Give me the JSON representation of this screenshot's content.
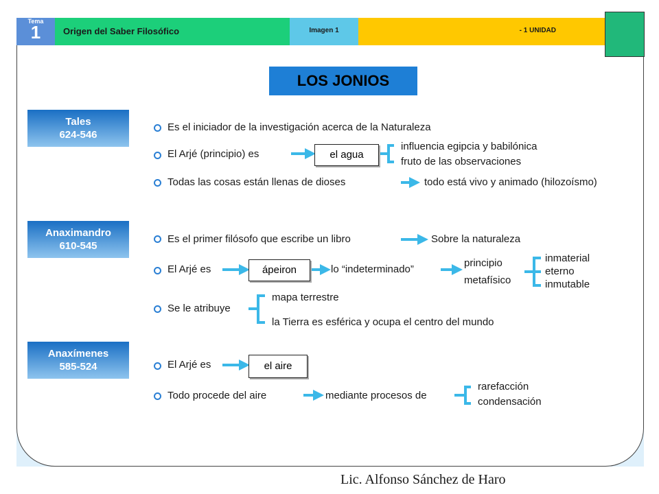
{
  "header": {
    "tema_label": "Tema",
    "tema_number": "1",
    "title": "Origen del Saber Filosófico",
    "image_label": "Imagen 1",
    "unit_label": "- 1 UNIDAD"
  },
  "main_title": "LOS JONIOS",
  "tales": {
    "name": "Tales",
    "dates": "624-546",
    "line1": "Es el iniciador de la investigación acerca de la Naturaleza",
    "arje_label": "El Arjé (principio) es",
    "arje_value": "el agua",
    "arje_branches": [
      "influencia egipcia y babilónica",
      "fruto de las observaciones"
    ],
    "line3_a": "Todas las cosas están llenas de dioses",
    "line3_b": "todo está vivo y animado (hilozoísmo)"
  },
  "anaximandro": {
    "name": "Anaximandro",
    "dates": "610-545",
    "line1_a": "Es el primer filósofo que escribe un libro",
    "line1_b": "Sobre la naturaleza",
    "arje_label": "El Arjé es",
    "arje_value": "ápeiron",
    "arje_meaning": "lo “indeterminado”",
    "principle_1": "principio",
    "principle_2": "metafísico",
    "principle_attrs": [
      "inmaterial",
      "eterno",
      "inmutable"
    ],
    "attributes_label": "Se le atribuye",
    "attributes": [
      "mapa terrestre",
      "la Tierra es esférica y ocupa el centro del mundo"
    ]
  },
  "anaximenes": {
    "name": "Anaxímenes",
    "dates": "585-524",
    "arje_label": "El Arjé es",
    "arje_value": "el aire",
    "line2_a": "Todo procede del aire",
    "line2_b": "mediante procesos de",
    "processes": [
      "rarefacción",
      "condensación"
    ]
  },
  "signature": "Lic. Alfonso Sánchez de Haro",
  "colors": {
    "accent_blue": "#1e7fd6",
    "arrow_cyan": "#3bb8e8",
    "header_green": "#1ccf7a",
    "header_yellow": "#ffc800"
  }
}
